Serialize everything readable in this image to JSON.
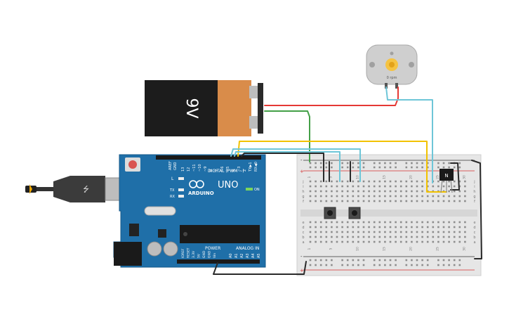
{
  "battery": {
    "label": "9V"
  },
  "motor": {
    "speed_text": "0 rpm"
  },
  "arduino": {
    "brand": "ARDUINO",
    "model": "UNO",
    "digital_label": "DIGITAL (PWM ~)",
    "analog_label": "ANALOG IN",
    "power_label": "POWER",
    "on_label": "ON",
    "aref_label": "AREF",
    "gnd_label": "GND",
    "led_l": "L",
    "led_tx": "TX",
    "led_rx": "RX",
    "digital_pins": [
      "13",
      "12",
      "~11",
      "~10",
      "~9",
      "8",
      "7",
      "~6",
      "~5",
      "4",
      "~3",
      "2",
      "TX▶1",
      "RX◀0"
    ],
    "power_pins": [
      "IOREF",
      "RESET",
      "3.3V",
      "5V",
      "GND",
      "GND",
      "Vin"
    ],
    "analog_pins": [
      "A0",
      "A1",
      "A2",
      "A3",
      "A4",
      "A5"
    ]
  },
  "transistor": {
    "label": "N"
  },
  "breadboard": {
    "row_letters_top": [
      "j",
      "i",
      "h",
      "g",
      "f"
    ],
    "row_letters_bottom": [
      "e",
      "d",
      "c",
      "b",
      "a"
    ],
    "column_numbers": [
      "1",
      "",
      "",
      "",
      "5",
      "",
      "",
      "",
      "",
      "10",
      "",
      "",
      "",
      "",
      "15",
      "",
      "",
      "",
      "",
      "20",
      "",
      "",
      "",
      "",
      "25",
      "",
      "",
      "",
      "",
      "30"
    ],
    "plus": "+",
    "minus": "-"
  },
  "colors": {
    "wire_red": "#e53935",
    "wire_green": "#43a047",
    "wire_cyan": "#6ec6d8",
    "wire_yellow": "#f2c200",
    "wire_black": "#2a2a2a",
    "board_blue": "#1f6fa8",
    "battery_orange": "#d98c4a"
  }
}
